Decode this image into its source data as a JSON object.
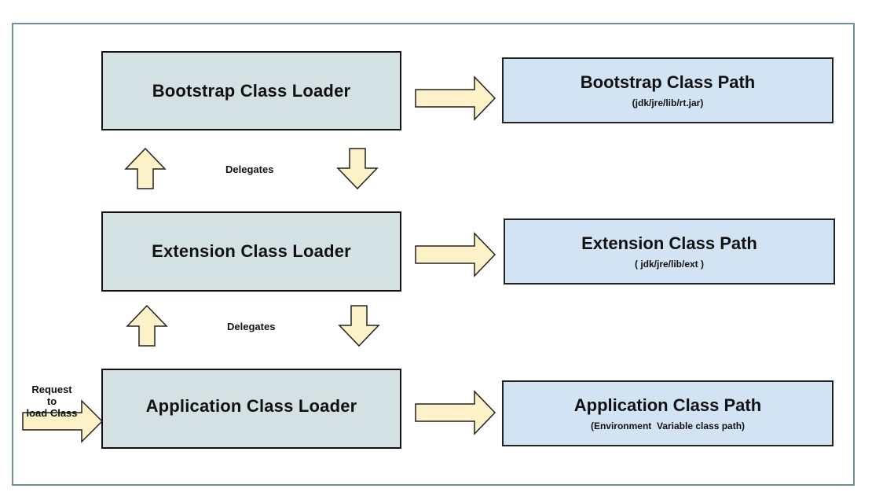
{
  "loaders": [
    {
      "id": "bootstrap",
      "title": "Bootstrap Class Loader"
    },
    {
      "id": "extension",
      "title": "Extension Class Loader"
    },
    {
      "id": "application",
      "title": "Application Class Loader"
    }
  ],
  "paths": [
    {
      "id": "bootstrap",
      "title": "Bootstrap Class Path",
      "subtitle": "(jdk/jre/lib/rt.jar)"
    },
    {
      "id": "extension",
      "title": "Extension Class Path",
      "subtitle": "( jdk/jre/lib/ext )"
    },
    {
      "id": "application",
      "title": "Application Class Path",
      "subtitle": "(Environment  Variable class path)"
    }
  ],
  "delegates": [
    "Delegates",
    "Delegates"
  ],
  "request": {
    "line1": "Request",
    "line2": "to",
    "line3": "load Class"
  },
  "colors": {
    "loader_fill": "#d4e1e2",
    "path_fill": "#d2e4f4",
    "arrow_fill": "#fdf2c7",
    "frame_border": "#6f8f96"
  }
}
